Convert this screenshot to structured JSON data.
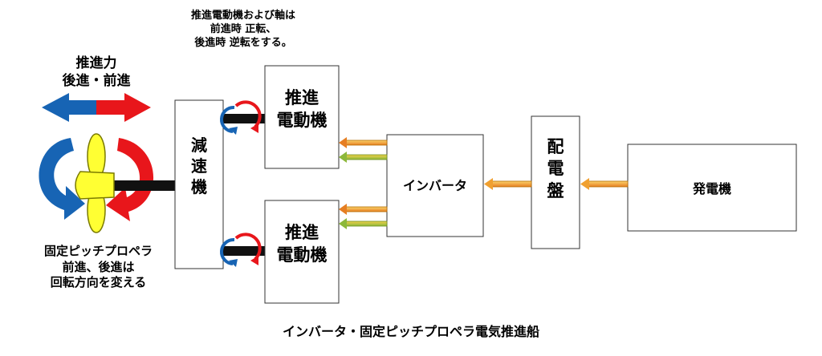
{
  "top_note": {
    "line1": "推進電動機および軸は",
    "line2": "前進時 正転、",
    "line3": "後進時 逆転をする。"
  },
  "thrust": {
    "line1": "推進力",
    "line2": "後進・前進"
  },
  "propeller_note": {
    "line1": "固定ピッチプロペラ",
    "line2": "前進、後進は",
    "line3": "回転方向を変える"
  },
  "blocks": {
    "reducer": [
      "減",
      "速",
      "機"
    ],
    "motor_top": {
      "line1": "推進",
      "line2": "電動機"
    },
    "motor_bottom": {
      "line1": "推進",
      "line2": "電動機"
    },
    "inverter": "インバータ",
    "switchboard": [
      "配",
      "電",
      "盤"
    ],
    "generator": "発電機"
  },
  "caption": "インバータ・固定ピッチプロペラ電気推進船",
  "colors": {
    "forward_red": "#e8161b",
    "reverse_blue": "#1764b4",
    "propeller_yellow": "#ffff33",
    "shaft_black": "#111111",
    "power_arrow_orange": "#f39c12",
    "power_arrow_yellow": "#f4c542",
    "power_arrow_green": "#8cb83a"
  }
}
